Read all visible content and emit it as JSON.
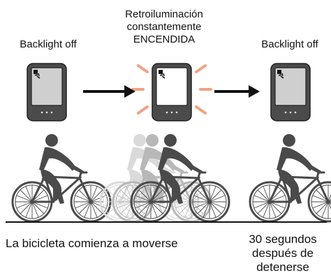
{
  "labels": {
    "left": "Backlight off",
    "middle": [
      "Retroiluminación",
      "constantemente",
      "ENCENDIDA"
    ],
    "right": "Backlight off"
  },
  "captions": {
    "moving": "La bicicleta comienza a moverse",
    "stopped": [
      "30 segundos",
      "después de",
      "detenerse"
    ]
  },
  "colors": {
    "rider": "#4a4a4a",
    "rider_ghost": "#bdbdbd",
    "rays": "#f0a184",
    "outline": "#222222"
  },
  "icons": [
    "device-off-icon",
    "arrow-right-icon",
    "device-backlit-icon",
    "cyclist-icon"
  ]
}
